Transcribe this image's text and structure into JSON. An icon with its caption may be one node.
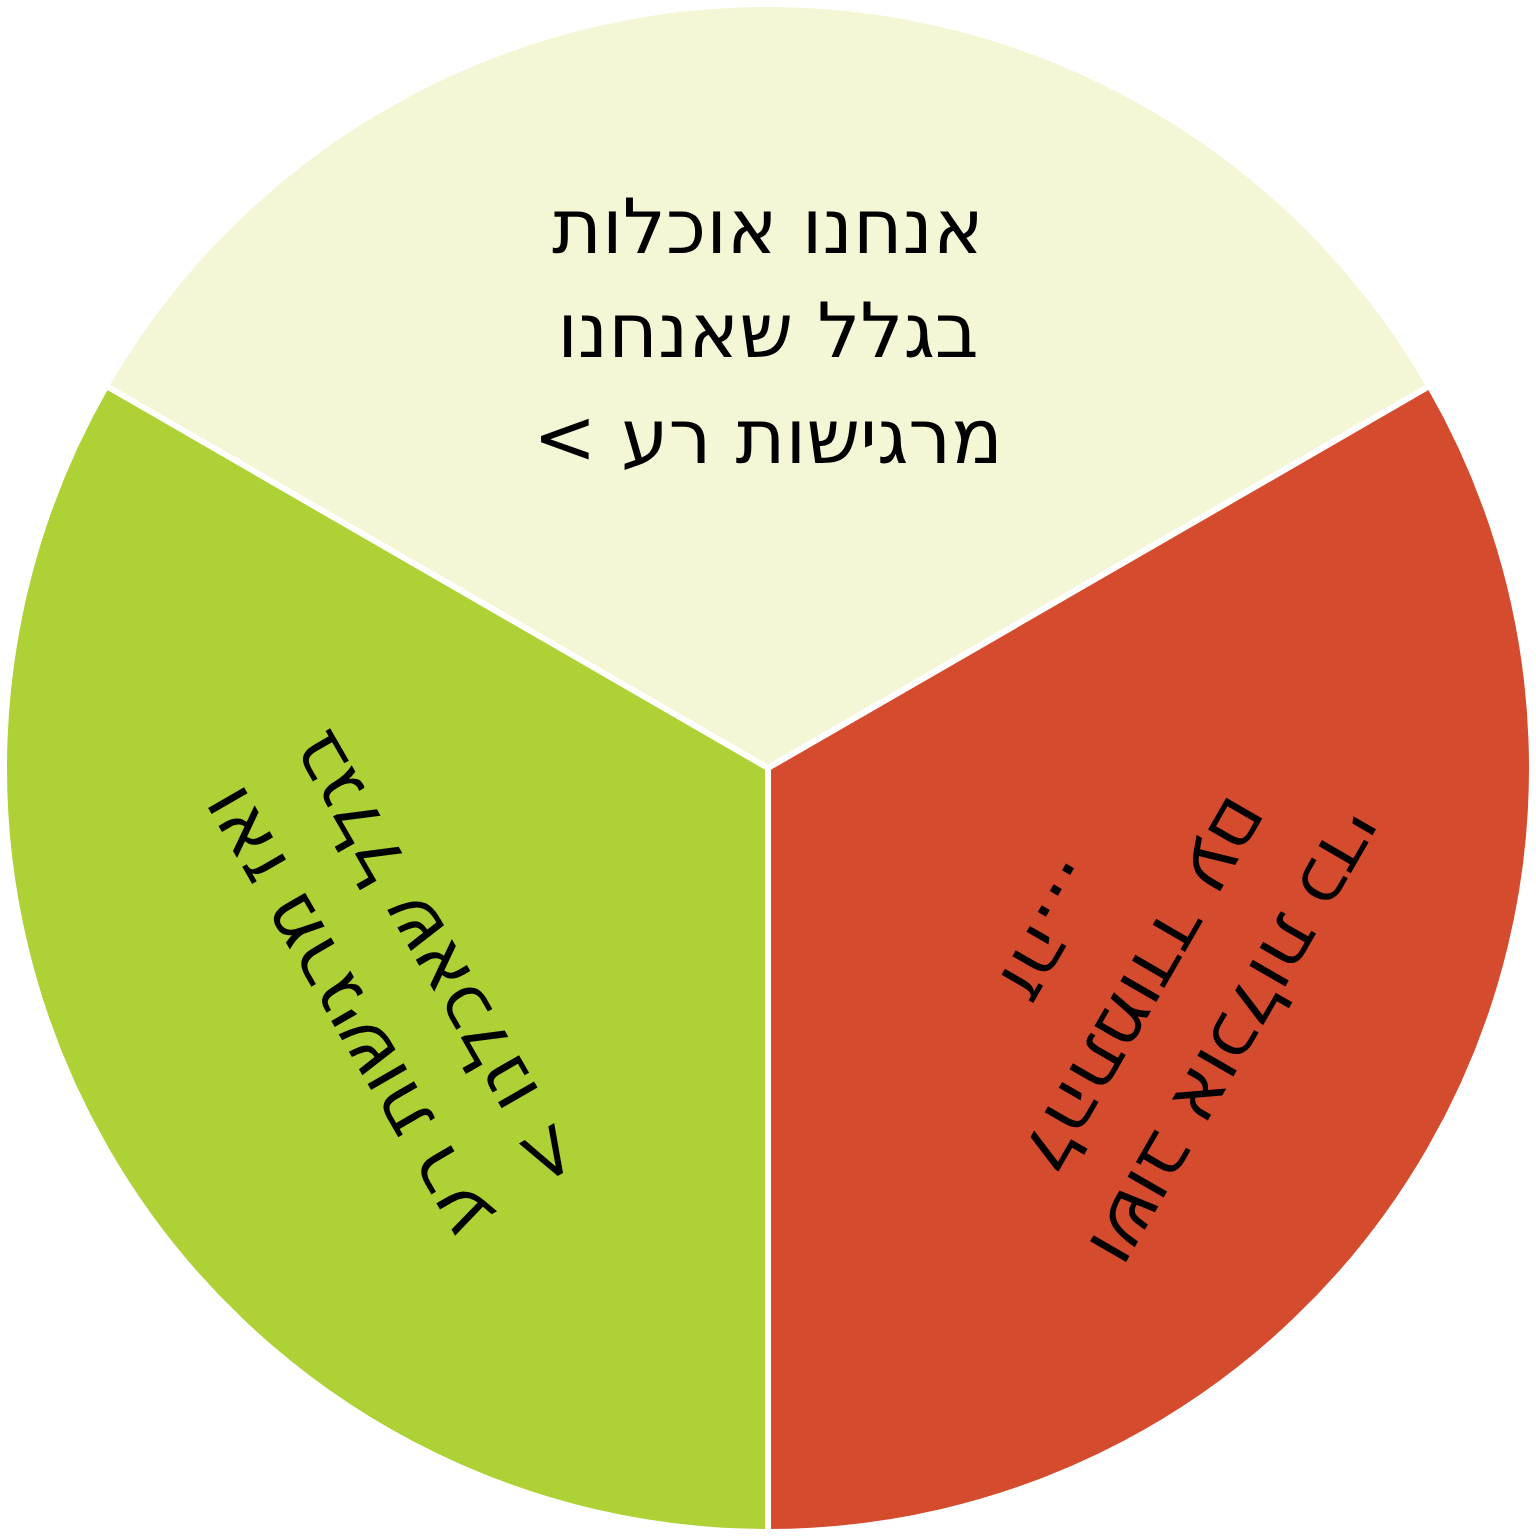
{
  "diagram": {
    "nodes": [
      {
        "text": [
          "אנחנו אוכלות בגלל שאנחנו מרגישות רע >"
        ]
      },
      {
        "text": [
          "ואז מרגישות רע בגלל שאכלנו >"
        ]
      },
      {
        "text": [
          "ושוב אוכלות כדי להתמודד עם זה..."
        ]
      }
    ]
  }
}
